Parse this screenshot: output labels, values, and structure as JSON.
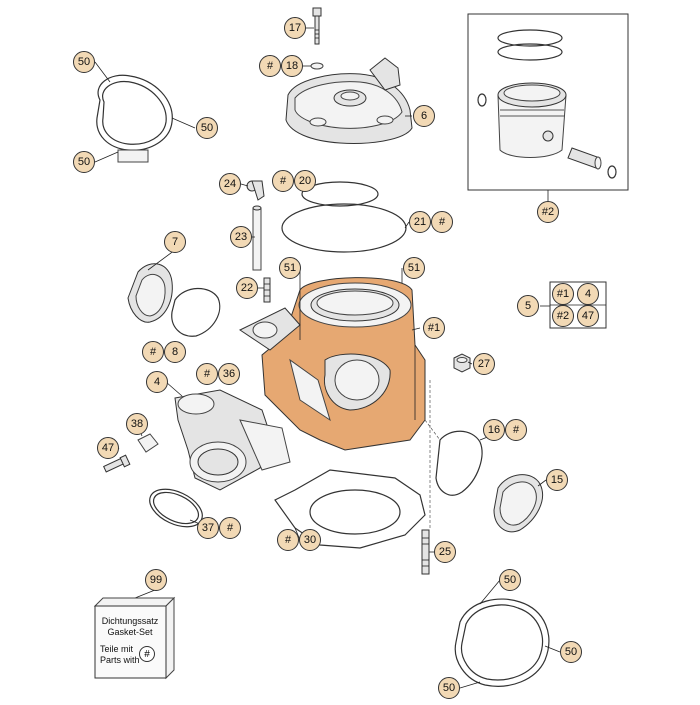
{
  "callouts": {
    "c17": "17",
    "c18h": "#",
    "c18": "18",
    "c6": "6",
    "c50a": "50",
    "c50b": "50",
    "c50c": "50",
    "c2": "#2",
    "c24": "24",
    "c20h": "#",
    "c20": "20",
    "c21": "21",
    "c21h": "#",
    "c23": "23",
    "c7": "7",
    "c22": "22",
    "c51a": "51",
    "c51b": "51",
    "c5": "5",
    "k1": "#1",
    "k4": "4",
    "k2": "#2",
    "k47": "47",
    "c1": "#1",
    "c8h": "#",
    "c8": "8",
    "c36h": "#",
    "c36": "36",
    "c27": "27",
    "c4": "4",
    "c38": "38",
    "c16": "16",
    "c16h": "#",
    "c47": "47",
    "c15": "15",
    "c37": "37",
    "c37h": "#",
    "c30h": "#",
    "c30": "30",
    "c25": "25",
    "c99": "99",
    "c50d": "50",
    "c50e": "50",
    "c50f": "50"
  },
  "kit": {
    "line1": "Dichtungssatz",
    "line2": "Gasket-Set",
    "line3": "Teile mit",
    "line4": "Parts with",
    "hash": "#"
  }
}
